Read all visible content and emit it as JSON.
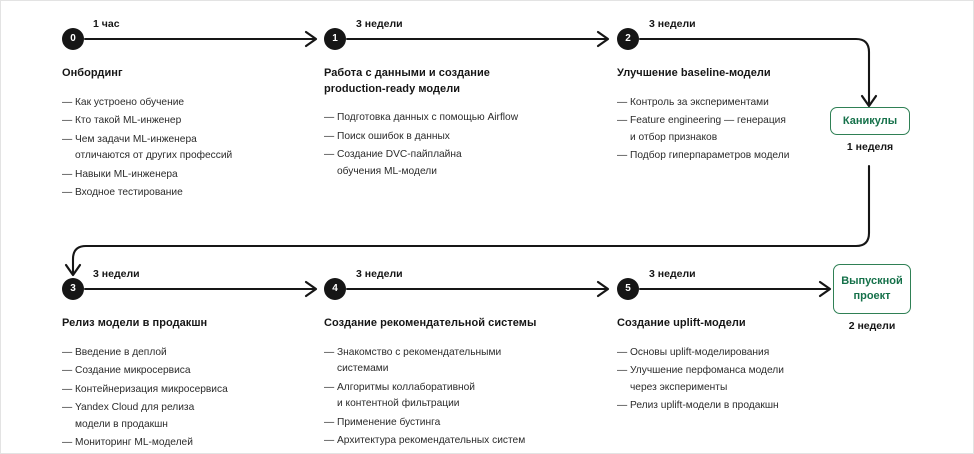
{
  "colors": {
    "node_fill": "#161616",
    "node_text": "#ffffff",
    "line": "#161616",
    "badge_border": "#2f8055",
    "badge_text": "#15714a",
    "title_text": "#161616",
    "body_text": "#2b2b2b",
    "background": "#ffffff"
  },
  "diagram": {
    "type": "roadmap-timeline",
    "stages": [
      {
        "index": "0",
        "duration": "1 час",
        "title": "Онбординг",
        "bullets": [
          {
            "text": "Как устроено обучение",
            "cont": ""
          },
          {
            "text": "Кто такой ML-инженер",
            "cont": ""
          },
          {
            "text": "Чем задачи ML-инженера",
            "cont": "отличаются от других профессий"
          },
          {
            "text": "Навыки ML-инженера",
            "cont": ""
          },
          {
            "text": "Входное тестирование",
            "cont": ""
          }
        ]
      },
      {
        "index": "1",
        "duration": "3 недели",
        "title": "Работа с данными и создание production-ready модели",
        "bullets": [
          {
            "text": "Подготовка данных с помощью Airflow",
            "cont": ""
          },
          {
            "text": "Поиск ошибок в данных",
            "cont": ""
          },
          {
            "text": "Создание DVC-пайплайна",
            "cont": "обучения ML-модели"
          }
        ]
      },
      {
        "index": "2",
        "duration": "3 недели",
        "title": "Улучшение baseline-модели",
        "bullets": [
          {
            "text": "Контроль за экспериментами",
            "cont": ""
          },
          {
            "text": "Feature engineering — генерация",
            "cont": "и отбор признаков"
          },
          {
            "text": "Подбор гиперпараметров модели",
            "cont": ""
          }
        ]
      },
      {
        "index": "3",
        "duration": "3 недели",
        "title": "Релиз модели в продакшн",
        "bullets": [
          {
            "text": "Введение в деплой",
            "cont": ""
          },
          {
            "text": "Создание микросервиса",
            "cont": ""
          },
          {
            "text": "Контейнеризация микросервиса",
            "cont": ""
          },
          {
            "text": "Yandex Cloud для релиза",
            "cont": "модели в продакшн"
          },
          {
            "text": "Мониторинг ML-моделей",
            "cont": ""
          }
        ]
      },
      {
        "index": "4",
        "duration": "3 недели",
        "title": "Создание рекомендательной системы",
        "bullets": [
          {
            "text": "Знакомство с рекомендательными",
            "cont": "системами"
          },
          {
            "text": "Алгоритмы коллаборативной",
            "cont": "и контентной фильтрации"
          },
          {
            "text": "Применение бустинга",
            "cont": ""
          },
          {
            "text": "Архитектура рекомендательных систем",
            "cont": ""
          }
        ]
      },
      {
        "index": "5",
        "duration": "3 недели",
        "title": "Создание uplift-модели",
        "bullets": [
          {
            "text": "Основы uplift-моделирования",
            "cont": ""
          },
          {
            "text": "Улучшение перфоманса модели",
            "cont": "через эксперименты"
          },
          {
            "text": "Релиз uplift-модели в продакшн",
            "cont": ""
          }
        ]
      }
    ],
    "badges": [
      {
        "label": "Каникулы",
        "caption": "1 неделя"
      },
      {
        "label": "Выпускной проект",
        "caption": "2 недели"
      }
    ]
  },
  "bullet_marker": "—"
}
